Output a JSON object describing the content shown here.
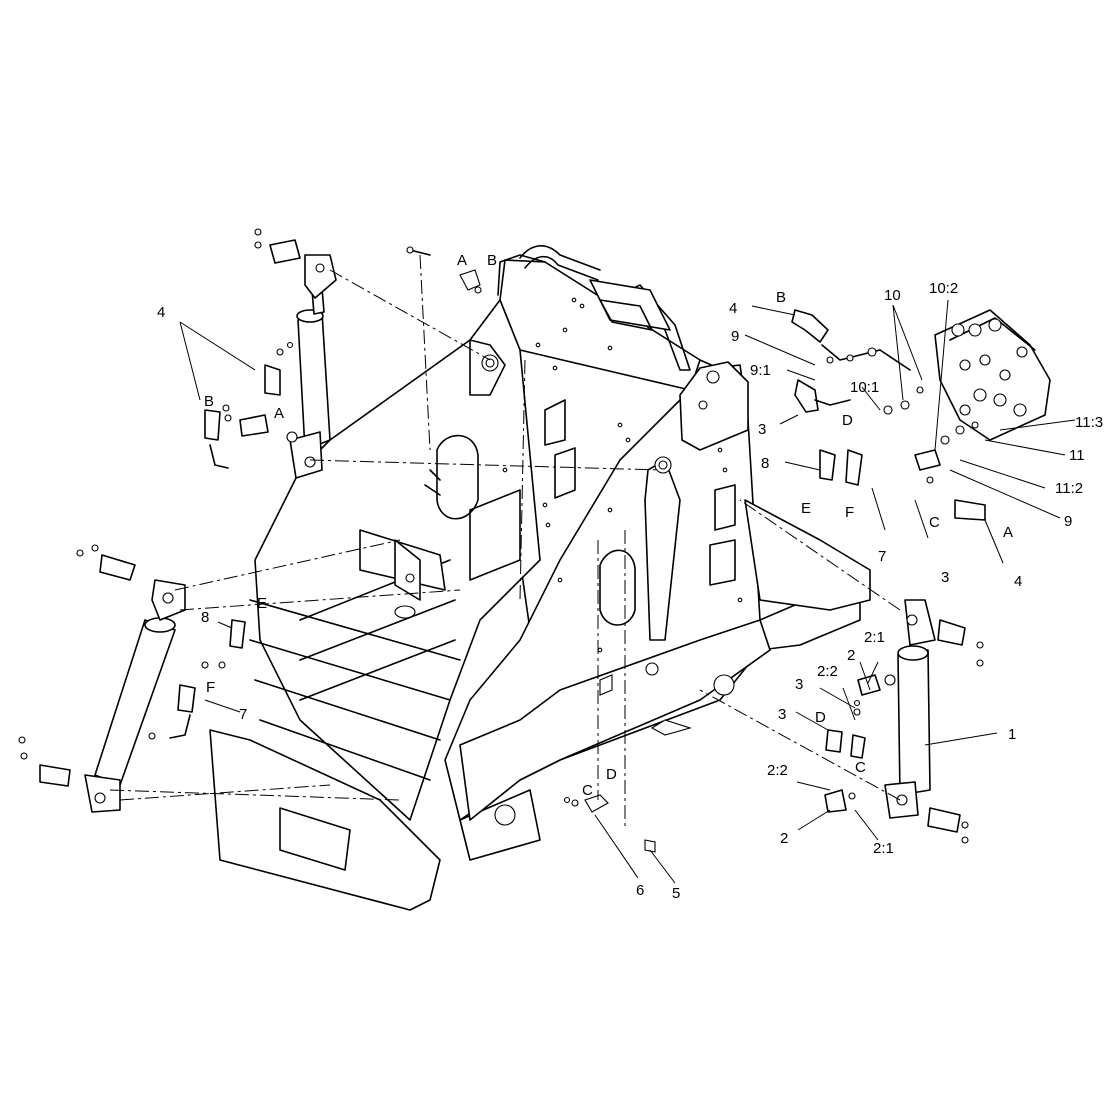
{
  "callouts": {
    "c_4_topright": "4",
    "c_B_topright": "B",
    "c_9": "9",
    "c_91": "9:1",
    "c_3_topright": "3",
    "c_D_topright": "D",
    "c_8_right": "8",
    "c_E_right": "E",
    "c_F_right": "F",
    "c_7_right": "7",
    "c_10": "10",
    "c_102": "10:2",
    "c_101": "10:1",
    "c_113": "11:3",
    "c_11": "11",
    "c_112": "11:2",
    "c_9_right": "9",
    "c_C_right": "C",
    "c_A_right": "A",
    "c_3_right": "3",
    "c_4_right": "4",
    "c_4_left": "4",
    "c_B_left": "B",
    "c_A_left": "A",
    "c_A_top": "A",
    "c_B_top": "B",
    "c_8_left": "8",
    "c_E_left": "E",
    "c_F_left": "F",
    "c_7_left": "7",
    "c_21_top": "2:1",
    "c_2_top": "2",
    "c_22_top": "2:2",
    "c_3_mid_a": "3",
    "c_3_mid_b": "3",
    "c_D_mid": "D",
    "c_C_mid": "C",
    "c_1": "1",
    "c_22_low": "2:2",
    "c_2_low": "2",
    "c_21_low": "2:1",
    "c_C_bottom": "C",
    "c_D_bottom": "D",
    "c_6": "6",
    "c_5": "5"
  }
}
